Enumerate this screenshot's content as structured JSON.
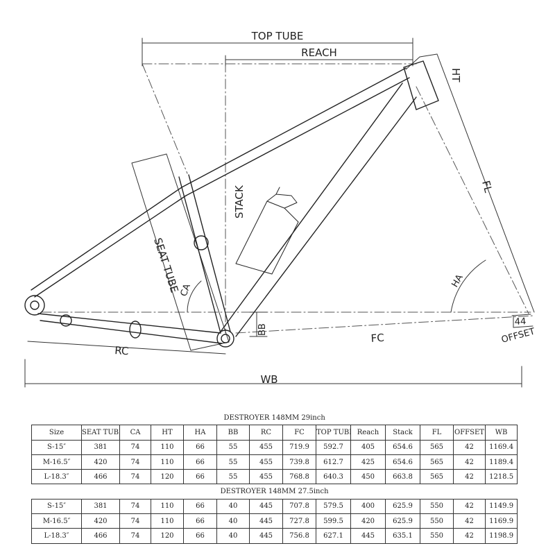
{
  "diagram": {
    "labels": {
      "top_tube": "TOP TUBE",
      "reach": "REACH",
      "ht": "HT",
      "stack": "STACK",
      "fl": "FL",
      "seat_tube": "SEAT TUBE",
      "ca": "CA",
      "ha": "HA",
      "bb": "BB",
      "rc": "RC",
      "fc": "FC",
      "offset": "OFFSET",
      "offset_value": "44",
      "wb": "WB"
    }
  },
  "table": {
    "headers": [
      "Size",
      "SEAT TUBE",
      "CA",
      "HT",
      "HA",
      "BB",
      "RC",
      "FC",
      "TOP TUBE",
      "Reach",
      "Stack",
      "FL",
      "OFFSET",
      "WB"
    ],
    "sections": [
      {
        "title": "DESTROYER 148MM 29inch",
        "rows": [
          [
            "S-15″",
            "381",
            "74",
            "110",
            "66",
            "55",
            "455",
            "719.9",
            "592.7",
            "405",
            "654.6",
            "565",
            "42",
            "1169.4"
          ],
          [
            "M-16.5″",
            "420",
            "74",
            "110",
            "66",
            "55",
            "455",
            "739.8",
            "612.7",
            "425",
            "654.6",
            "565",
            "42",
            "1189.4"
          ],
          [
            "L-18.3″",
            "466",
            "74",
            "120",
            "66",
            "55",
            "455",
            "768.8",
            "640.3",
            "450",
            "663.8",
            "565",
            "42",
            "1218.5"
          ]
        ]
      },
      {
        "title": "DESTROYER 148MM 27.5inch",
        "rows": [
          [
            "S-15″",
            "381",
            "74",
            "110",
            "66",
            "40",
            "445",
            "707.8",
            "579.5",
            "400",
            "625.9",
            "550",
            "42",
            "1149.9"
          ],
          [
            "M-16.5″",
            "420",
            "74",
            "110",
            "66",
            "40",
            "445",
            "727.8",
            "599.5",
            "420",
            "625.9",
            "550",
            "42",
            "1169.9"
          ],
          [
            "L-18.3″",
            "466",
            "74",
            "120",
            "66",
            "40",
            "445",
            "756.8",
            "627.1",
            "445",
            "635.1",
            "550",
            "42",
            "1198.9"
          ]
        ]
      }
    ]
  }
}
